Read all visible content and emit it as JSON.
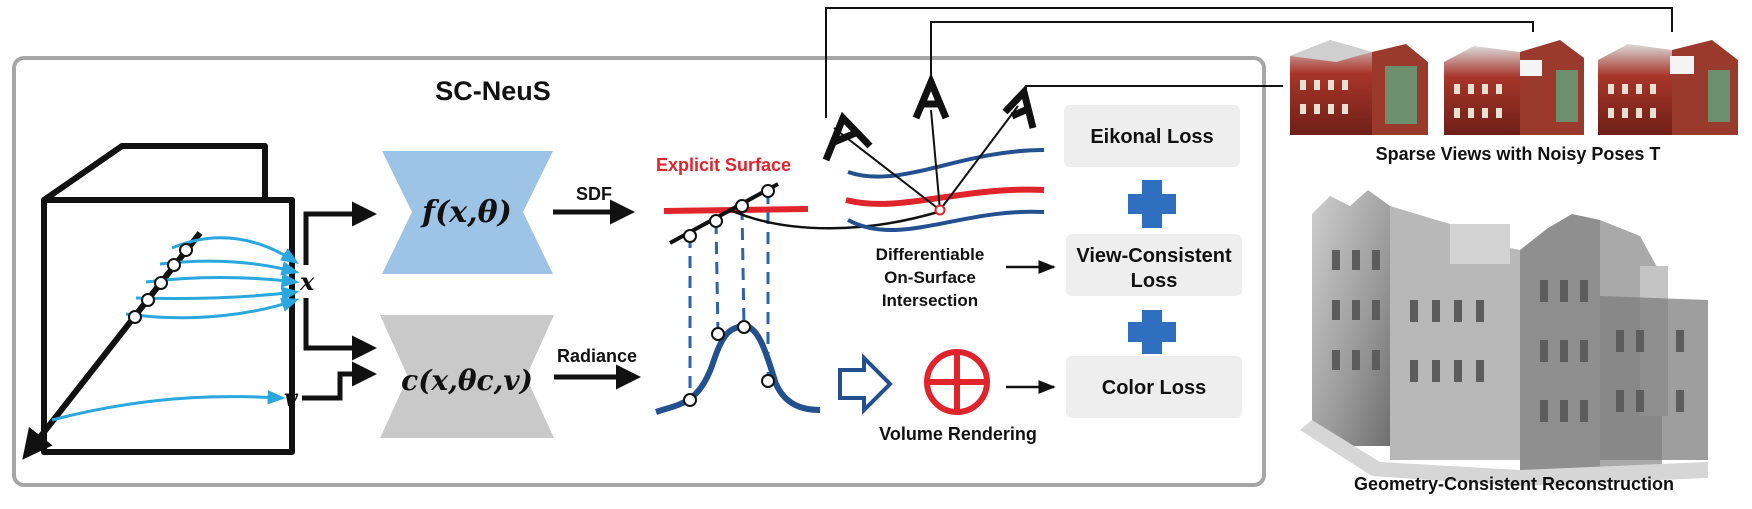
{
  "title": "SC-NeuS",
  "network": {
    "sdf_func": "f(x,θ)",
    "color_func_prefix": "c",
    "color_func_args": "(x,θc,v)",
    "sdf_label": "SDF",
    "radiance_label": "Radiance",
    "x_symbol": "x",
    "v_symbol": "v"
  },
  "surface": {
    "explicit_label": "Explicit Surface",
    "intersection_line1": "Differentiable",
    "intersection_line2": "On-Surface",
    "intersection_line3": "Intersection",
    "volume_label": "Volume Rendering"
  },
  "losses": {
    "eikonal": "Eikonal Loss",
    "view_line1": "View-Consistent",
    "view_line2": "Loss",
    "color": "Color Loss"
  },
  "views": {
    "caption": "Sparse Views with Noisy Poses T",
    "count": 3
  },
  "reconstruction": {
    "caption": "Geometry-Consistent Reconstruction"
  },
  "colors": {
    "accent_red": "#e0242b",
    "sdf_blue": "#9dc3e6",
    "color_gray": "#c9c9c9",
    "curve_blue": "#23508f",
    "ray_blue": "#2aa7de",
    "loss_box": "#eeeeee",
    "plus_blue": "#2f6fc0"
  }
}
